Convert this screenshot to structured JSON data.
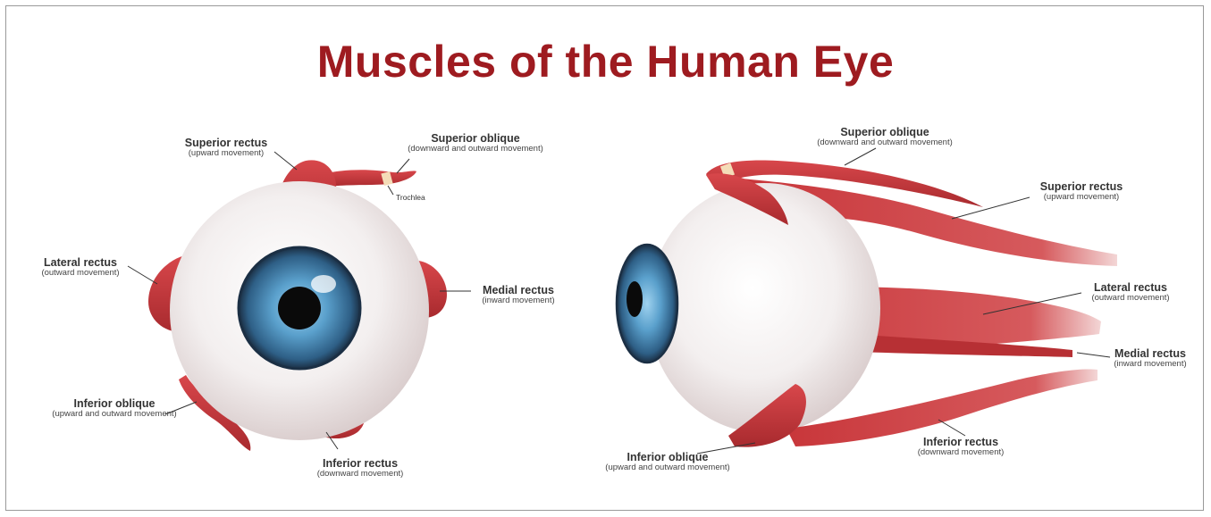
{
  "title": "Muscles of the Human Eye",
  "front_view": {
    "superior_rectus": {
      "name": "Superior rectus",
      "desc": "(upward movement)"
    },
    "superior_oblique": {
      "name": "Superior oblique",
      "desc": "(downward and outward movement)"
    },
    "trochlea": "Trochlea",
    "lateral_rectus": {
      "name": "Lateral rectus",
      "desc": "(outward movement)"
    },
    "medial_rectus": {
      "name": "Medial rectus",
      "desc": "(inward movement)"
    },
    "inferior_oblique": {
      "name": "Inferior oblique",
      "desc": "(upward and outward movement)"
    },
    "inferior_rectus": {
      "name": "Inferior rectus",
      "desc": "(downward movement)"
    }
  },
  "side_view": {
    "superior_oblique": {
      "name": "Superior oblique",
      "desc": "(downward and outward movement)"
    },
    "superior_rectus": {
      "name": "Superior rectus",
      "desc": "(upward movement)"
    },
    "lateral_rectus": {
      "name": "Lateral rectus",
      "desc": "(outward movement)"
    },
    "medial_rectus": {
      "name": "Medial rectus",
      "desc": "(inward movement)"
    },
    "inferior_rectus": {
      "name": "Inferior rectus",
      "desc": "(downward movement)"
    },
    "inferior_oblique": {
      "name": "Inferior oblique",
      "desc": "(upward and outward movement)"
    }
  },
  "colors": {
    "title": "#9e1b20",
    "muscle": "#c8363a",
    "iris": "#3d7fb0",
    "sclera": "#f1eded"
  }
}
